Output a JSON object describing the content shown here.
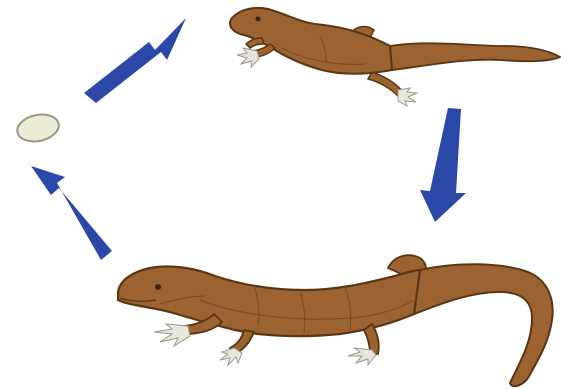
{
  "diagram": {
    "type": "life-cycle",
    "stages": [
      {
        "id": "egg",
        "name": "egg-icon"
      },
      {
        "id": "juvenile",
        "name": "juvenile-lizard-icon"
      },
      {
        "id": "adult",
        "name": "adult-lizard-icon"
      }
    ],
    "cycle_order": [
      "egg",
      "juvenile",
      "adult",
      "egg"
    ],
    "arrow_count": 3,
    "colors": {
      "background": "#ffffff",
      "arrow": "#2b48a8",
      "lizard_body": "#9a6331",
      "lizard_outline": "#5a3614",
      "lizard_belly": "#b07a45",
      "egg_fill": "#ecebd8",
      "egg_outline": "#9a9a80",
      "claws": "#e8e4df"
    }
  }
}
